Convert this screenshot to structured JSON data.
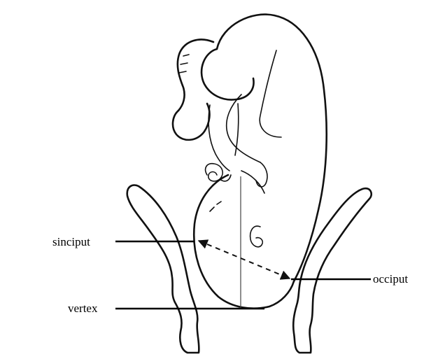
{
  "labels": {
    "sinciput": "sinciput",
    "vertex": "vertex",
    "occiput": "occiput"
  }
}
